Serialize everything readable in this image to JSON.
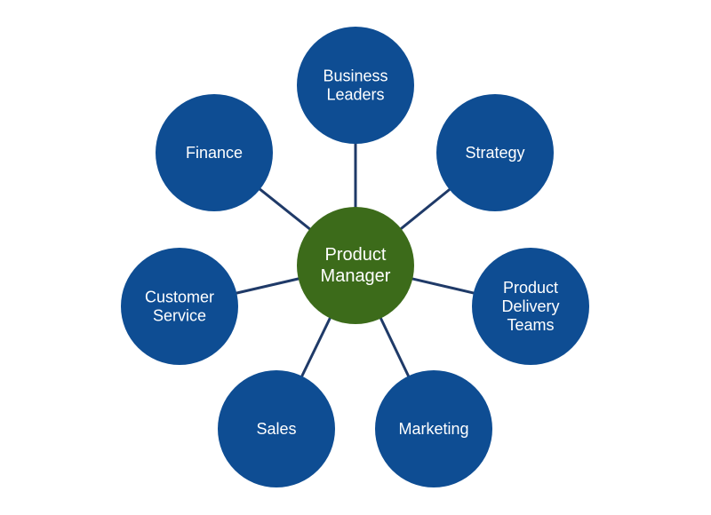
{
  "colors": {
    "satellite_fill": "#0e4d93",
    "center_fill": "#3c6b1a",
    "connector": "#1f3a68",
    "text": "#ffffff"
  },
  "center": {
    "lines": [
      "Product",
      "Manager"
    ]
  },
  "satellites": [
    {
      "id": "business-leaders",
      "lines": [
        "Business",
        "Leaders"
      ]
    },
    {
      "id": "strategy",
      "lines": [
        "Strategy"
      ]
    },
    {
      "id": "product-delivery-teams",
      "lines": [
        "Product",
        "Delivery",
        "Teams"
      ]
    },
    {
      "id": "marketing",
      "lines": [
        "Marketing"
      ]
    },
    {
      "id": "sales",
      "lines": [
        "Sales"
      ]
    },
    {
      "id": "customer-service",
      "lines": [
        "Customer",
        "Service"
      ]
    },
    {
      "id": "finance",
      "lines": [
        "Finance"
      ]
    }
  ]
}
